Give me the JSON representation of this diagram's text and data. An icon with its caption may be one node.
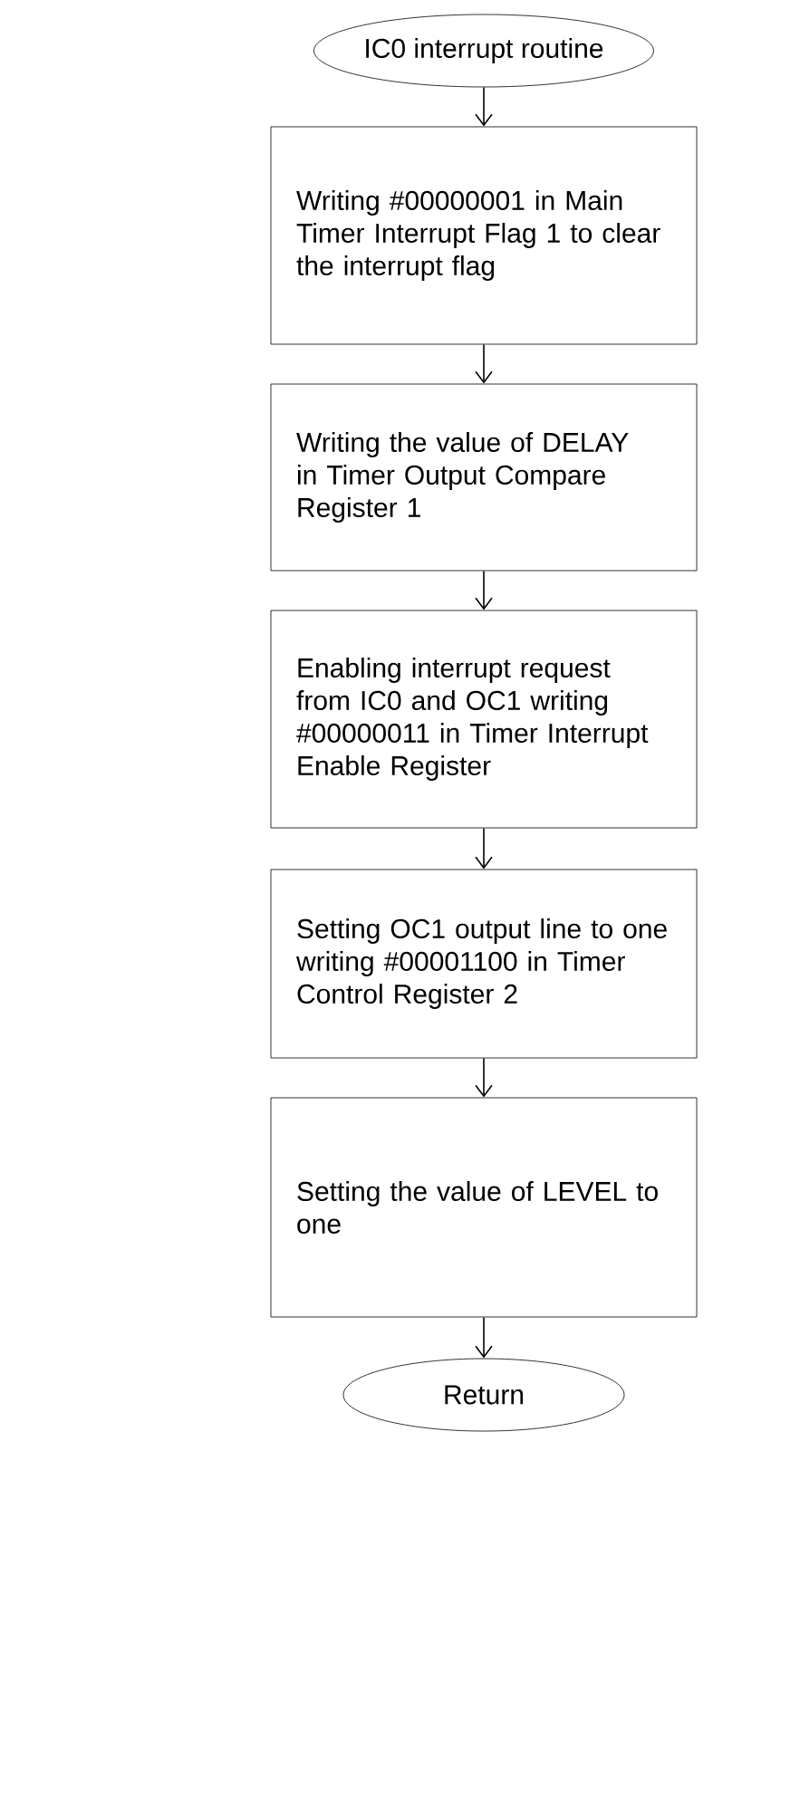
{
  "diagram": {
    "nodes": [
      {
        "text": [
          "IC0 interrupt routine"
        ]
      },
      {
        "text": [
          "Writing #00000001 in Main Timer Interrupt Flag 1 to clear the interrupt flag"
        ]
      },
      {
        "text": [
          "Writing the value of DELAY in Timer Output Compare Register 1"
        ]
      },
      {
        "text": [
          "Enabling interrupt request from IC0 and OC1 writing #00000011 in Timer Interrupt Enable Register"
        ]
      },
      {
        "text": [
          "Setting OC1 output line to one writing #00001100 in Timer Control Register 2"
        ]
      },
      {
        "text": [
          "Setting the value of LEVEL to one"
        ]
      },
      {
        "text": [
          "Return"
        ]
      }
    ],
    "edges": [
      {
        "from": 0,
        "to": 1,
        "arrow": "to"
      },
      {
        "from": 1,
        "to": 2,
        "arrow": "to"
      },
      {
        "from": 2,
        "to": 3,
        "arrow": "to"
      },
      {
        "from": 3,
        "to": 4,
        "arrow": "to"
      },
      {
        "from": 4,
        "to": 5,
        "arrow": "to"
      },
      {
        "from": 5,
        "to": 6,
        "arrow": "to"
      }
    ]
  }
}
